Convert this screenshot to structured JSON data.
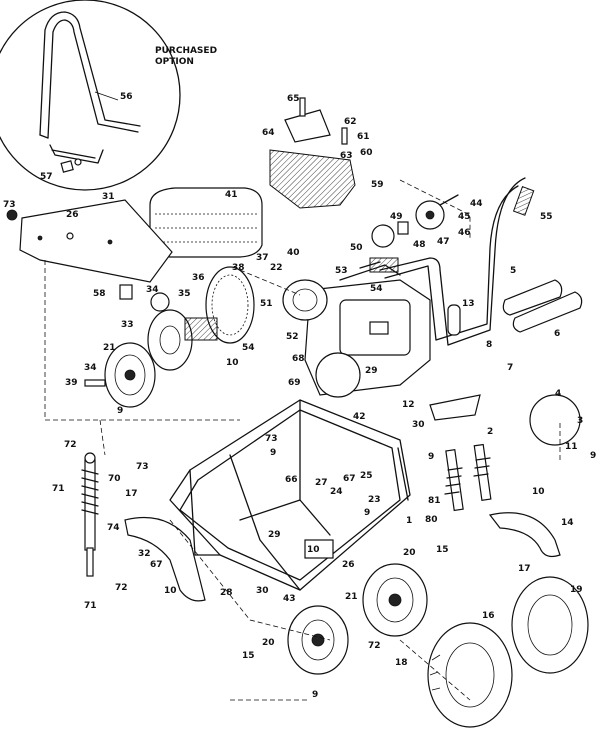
{
  "inset": {
    "caption_line1": "PURCHASED",
    "caption_line2": "OPTION"
  },
  "callouts": [
    "56",
    "57",
    "65",
    "62",
    "64",
    "61",
    "60",
    "63",
    "59",
    "41",
    "44",
    "45",
    "46",
    "47",
    "48",
    "49",
    "50",
    "55",
    "73",
    "26",
    "31",
    "40",
    "37",
    "22",
    "38",
    "36",
    "53",
    "5",
    "58",
    "34",
    "35",
    "51",
    "54",
    "13",
    "6",
    "33",
    "52",
    "7",
    "21",
    "34",
    "10",
    "68",
    "54",
    "69",
    "29",
    "8",
    "39",
    "9",
    "12",
    "4",
    "42",
    "30",
    "3",
    "72",
    "73",
    "2",
    "11",
    "9",
    "71",
    "70",
    "66",
    "9",
    "9",
    "17",
    "73",
    "27",
    "67",
    "25",
    "24",
    "23",
    "10",
    "81",
    "80",
    "9",
    "1",
    "74",
    "32",
    "29",
    "14",
    "26",
    "10",
    "20",
    "15",
    "67",
    "10",
    "17",
    "28",
    "30",
    "43",
    "21",
    "16",
    "72",
    "71",
    "19",
    "20",
    "72",
    "15",
    "18",
    "9"
  ]
}
